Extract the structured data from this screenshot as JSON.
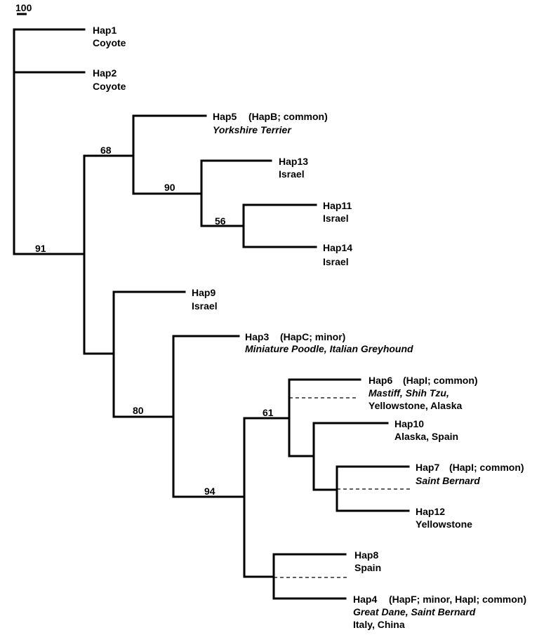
{
  "scale_label": "100",
  "bootstrap": {
    "b91": "91",
    "b68": "68",
    "b90": "90",
    "b56": "56",
    "b80": "80",
    "b94": "94",
    "b61": "61"
  },
  "taxa": {
    "hap1": {
      "name": "Hap1",
      "note": "",
      "sub": "Coyote",
      "sub2": ""
    },
    "hap2": {
      "name": "Hap2",
      "note": "",
      "sub": "Coyote",
      "sub2": ""
    },
    "hap5": {
      "name": "Hap5",
      "note": "(HapB; common)",
      "sub": "Yorkshire Terrier",
      "sub2": ""
    },
    "hap13": {
      "name": "Hap13",
      "note": "",
      "sub": "Israel",
      "sub2": ""
    },
    "hap11": {
      "name": "Hap11",
      "note": "",
      "sub": "Israel",
      "sub2": ""
    },
    "hap14": {
      "name": "Hap14",
      "note": "",
      "sub": "Israel",
      "sub2": ""
    },
    "hap9": {
      "name": "Hap9",
      "note": "",
      "sub": "Israel",
      "sub2": ""
    },
    "hap3": {
      "name": "Hap3",
      "note": "(HapC; minor)",
      "sub": "Miniature Poodle, Italian Greyhound",
      "sub2": ""
    },
    "hap6": {
      "name": "Hap6",
      "note": "(HapI; common)",
      "sub": "Mastiff, Shih Tzu,",
      "sub2": "Yellowstone, Alaska"
    },
    "hap10": {
      "name": "Hap10",
      "note": "",
      "sub": "Alaska, Spain",
      "sub2": ""
    },
    "hap7": {
      "name": "Hap7",
      "note": "(HapI; common)",
      "sub": "Saint Bernard",
      "sub2": ""
    },
    "hap12": {
      "name": "Hap12",
      "note": "",
      "sub": "Yellowstone",
      "sub2": ""
    },
    "hap8": {
      "name": "Hap8",
      "note": "",
      "sub": "Spain",
      "sub2": ""
    },
    "hap4": {
      "name": "Hap4",
      "note": "(HapF; minor, HapI; common)",
      "sub": "Great Dane, Saint Bernard",
      "sub2": "Italy, China"
    }
  }
}
